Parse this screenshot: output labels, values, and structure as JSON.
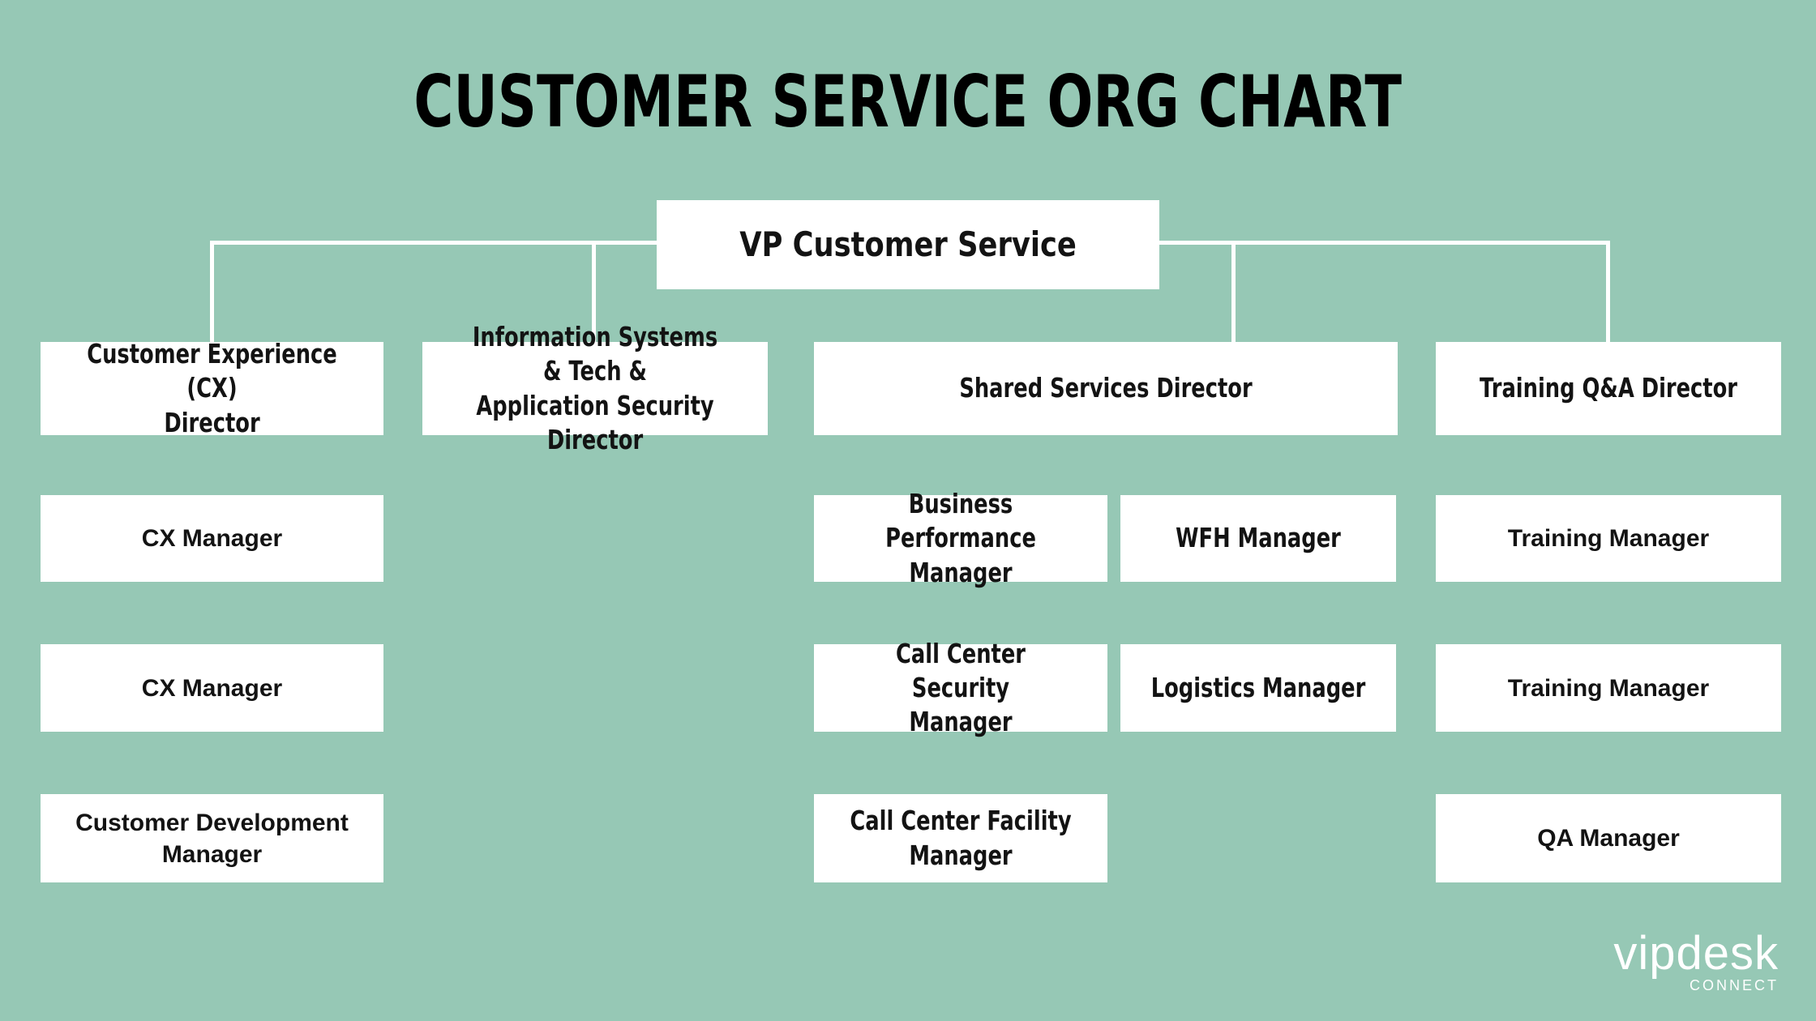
{
  "meta": {
    "background_color": "#96c8b5",
    "box_color": "#ffffff",
    "text_color": "#131313",
    "connector_color": "#ffffff",
    "title_color": "#000000"
  },
  "header": {
    "title": "CUSTOMER SERVICE ORG CHART"
  },
  "nodes": {
    "vp": {
      "label": "VP Customer Service"
    },
    "cx_director": {
      "label": "Customer Experience (CX)\nDirector"
    },
    "is_director": {
      "label": "Information Systems & Tech &\nApplication Security Director"
    },
    "shared_director": {
      "label": "Shared Services Director"
    },
    "training_director": {
      "label": "Training Q&A Director"
    },
    "cx_manager_1": {
      "label": "CX Manager"
    },
    "bp_manager": {
      "label": "Business Performance\nManager"
    },
    "wfh_manager": {
      "label": "WFH Manager"
    },
    "training_manager_1": {
      "label": "Training Manager"
    },
    "cx_manager_2": {
      "label": "CX Manager"
    },
    "ccs_manager": {
      "label": "Call Center Security\nManager"
    },
    "logistics_manager": {
      "label": "Logistics Manager"
    },
    "training_manager_2": {
      "label": "Training Manager"
    },
    "cd_manager": {
      "label": "Customer Development\nManager"
    },
    "ccf_manager": {
      "label": "Call Center Facility\nManager"
    },
    "qa_manager": {
      "label": "QA Manager"
    }
  },
  "logo": {
    "brand": "vipdesk",
    "sub": "CONNECT"
  }
}
